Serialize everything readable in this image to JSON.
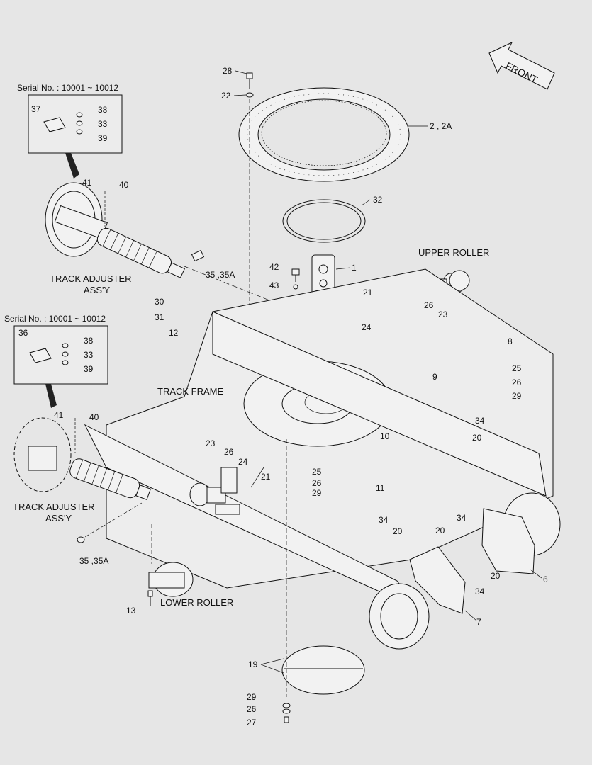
{
  "labels": {
    "front": "FRONT",
    "serial_top": "Serial No. : 10001 ~ 10012",
    "serial_mid": "Serial No. : 10001 ~ 10012",
    "track_adjuster_top_1": "TRACK ADJUSTER",
    "track_adjuster_top_2": "ASS'Y",
    "track_adjuster_bot_1": "TRACK ADJUSTER",
    "track_adjuster_bot_2": "ASS'Y",
    "track_frame": "TRACK FRAME",
    "upper_roller": "UPPER ROLLER",
    "lower_roller": "LOWER ROLLER"
  },
  "part_numbers": {
    "p28": "28",
    "p22": "22",
    "p2_2a": "2 , 2A",
    "p32": "32",
    "p37": "37",
    "p38a": "38",
    "p33a": "33",
    "p39a": "39",
    "p41a": "41",
    "p40a": "40",
    "p35a": "35 ,35A",
    "p42": "42",
    "p43": "43",
    "p1": "1",
    "p21a": "21",
    "p26a": "26",
    "p23a": "23",
    "p24a": "24",
    "p30": "30",
    "p31": "31",
    "p12": "12",
    "p36": "36",
    "p38b": "38",
    "p33b": "33",
    "p39b": "39",
    "p41b": "41",
    "p40b": "40",
    "p8": "8",
    "p25a": "25",
    "p26b": "26",
    "p9": "9",
    "p29a": "29",
    "p34a": "34",
    "p20a": "20",
    "p10": "10",
    "p23b": "23",
    "p26c": "26",
    "p24b": "24",
    "p21b": "21",
    "p25b": "25",
    "p26d": "26",
    "p29b": "29",
    "p11": "11",
    "p34b": "34",
    "p20b": "20",
    "p34c": "34",
    "p20c": "20",
    "p34d": "34",
    "p20d": "20",
    "p6": "6",
    "p7": "7",
    "p35b": "35 ,35A",
    "p13": "13",
    "p19": "19",
    "p29c": "29",
    "p26e": "26",
    "p27": "27"
  }
}
